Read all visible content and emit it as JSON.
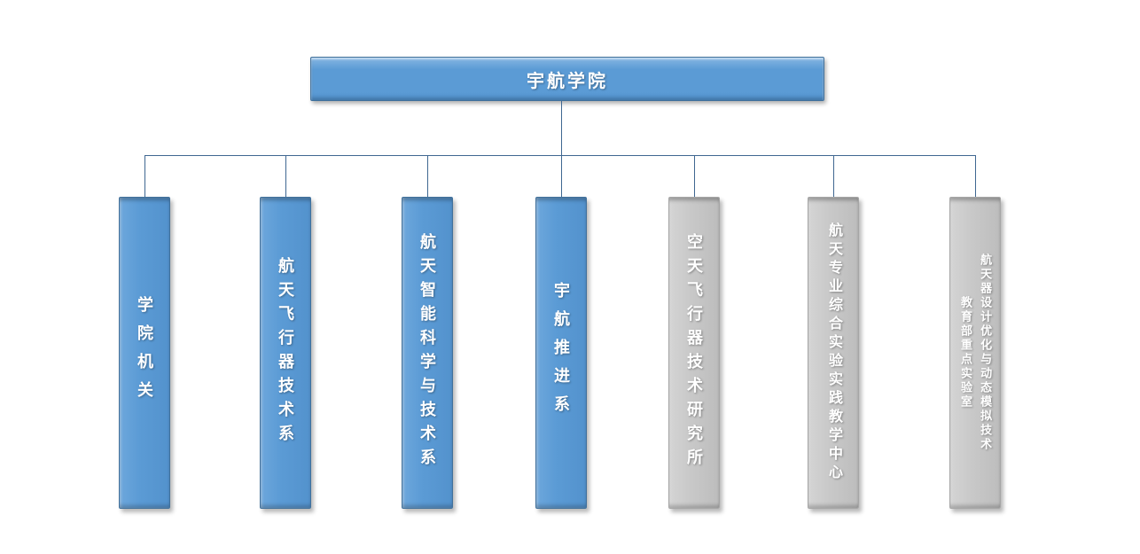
{
  "root": {
    "label": "宇航学院"
  },
  "children": [
    {
      "label": "学院机关",
      "color": "blue"
    },
    {
      "label": "航天飞行器技术系",
      "color": "blue"
    },
    {
      "label": "航天智能科学与技术系",
      "color": "blue"
    },
    {
      "label": "宇航推进系",
      "color": "blue"
    },
    {
      "label": "空天飞行器技术研究所",
      "color": "gray"
    },
    {
      "label": "航天专业综合实验实践教学中心",
      "color": "gray"
    },
    {
      "label": "航天器设计优化与动态模拟技术\n教育部重点实验室",
      "color": "gray"
    }
  ],
  "colors": {
    "node_blue": "#5B9BD5",
    "node_blue_border": "#41719C",
    "node_gray": "#C9C9C9",
    "node_gray_border": "#A6A6A6",
    "connector": "#3F6791",
    "text": "#FFFFFF"
  }
}
